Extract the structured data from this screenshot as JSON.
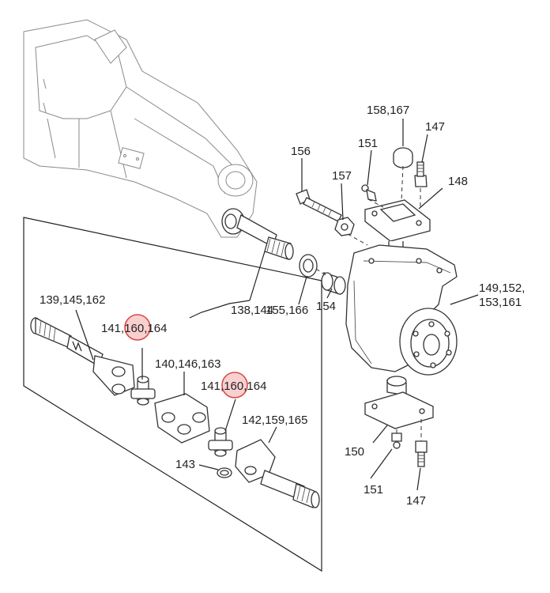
{
  "labels": {
    "l_158_167": "158,167",
    "l_147_top": "147",
    "l_151_top": "151",
    "l_156": "156",
    "l_157": "157",
    "l_148": "148",
    "l_149_a": "149,152,",
    "l_149_b": "153,161",
    "l_155_166": "155,166",
    "l_154": "154",
    "l_138_144": "138,144",
    "l_139": "139,145,162",
    "l_141_a_pre": "141,",
    "l_141_a_mid": "160",
    "l_141_a_post": ",164",
    "l_140": "140,146,163",
    "l_141_b_pre": "141,",
    "l_141_b_mid": "160",
    "l_141_b_post": ",164",
    "l_142": "142,159,165",
    "l_143": "143",
    "l_150": "150",
    "l_151_bot": "151",
    "l_147_bot": "147"
  },
  "colors": {
    "highlight_fill": "#f4a9a9",
    "highlight_stroke": "#d74b4b",
    "line": "#222222"
  }
}
